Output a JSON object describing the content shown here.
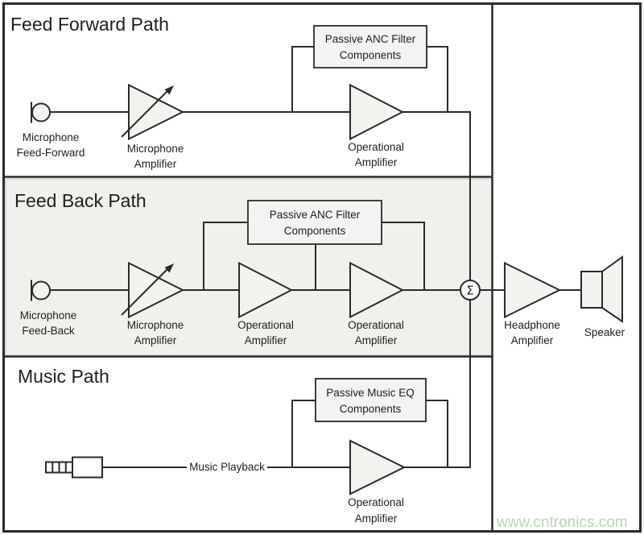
{
  "colors": {
    "stroke": "#2b2b2b",
    "shape_fill": "#f1f3ef",
    "panel_fill": "#eff1ec",
    "text": "#1f1f1f",
    "background": "#ffffff",
    "watermark": "#b5d7ab"
  },
  "sections": {
    "feed_forward": {
      "title": "Feed Forward Path"
    },
    "feed_back": {
      "title": "Feed Back Path"
    },
    "music": {
      "title": "Music Path"
    }
  },
  "nodes": {
    "mic_ff": {
      "line1": "Microphone",
      "line2": "Feed-Forward"
    },
    "mic_fb": {
      "line1": "Microphone",
      "line2": "Feed-Back"
    },
    "mic_amp": {
      "line1": "Microphone",
      "line2": "Amplifier"
    },
    "op_amp": {
      "line1": "Operational",
      "line2": "Amplifier"
    },
    "hp_amp": {
      "line1": "Headphone",
      "line2": "Amplifier"
    },
    "speaker": "Speaker",
    "sum_symbol": "Σ"
  },
  "boxes": {
    "ff_filter": {
      "line1": "Passive ANC Filter",
      "line2": "Components"
    },
    "fb_filter": {
      "line1": "Passive ANC Filter",
      "line2": "Components"
    },
    "music_eq": {
      "line1": "Passive Music EQ",
      "line2": "Components"
    }
  },
  "wire_labels": {
    "music_playback": "Music Playback"
  },
  "watermark": {
    "text": "www.cntronics.com"
  }
}
